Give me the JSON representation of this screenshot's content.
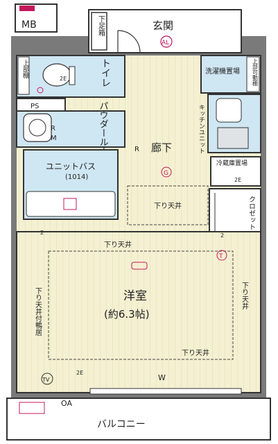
{
  "rooms": {
    "mb": "MB",
    "genkan": "玄関",
    "geta_bako": "下足箱",
    "al": "AL",
    "toilet": "トイレ",
    "toilet_shelf": "上部棚",
    "sentakuki": "洗濯機置場",
    "sentaku_shelf": "上部可動棚",
    "ps": "PS",
    "powder": "パウダールーム",
    "kitchen": "キッチンユニット",
    "rouka": "廊下",
    "unit_bath": "ユニットバス",
    "unit_bath_size": "(1014)",
    "reizoko": "冷蔵庫置場",
    "closet": "クロゼット",
    "sagari1": "下り天井",
    "sagari2": "下り天井",
    "sagari3": "下り天井",
    "sagari4": "下り天井",
    "sagari_kamoi": "下り天井付鴨居",
    "youshitsu": "洋室",
    "youshitsu_size": "(約6.3帖)",
    "w": "W",
    "oa": "OA",
    "balcony": "バルコニー"
  },
  "symbols": {
    "r1": "R",
    "m1": "M",
    "r2": "R",
    "g": "G",
    "t": "T",
    "tv": "TV",
    "e2a": "2E",
    "e2b": "2E",
    "e2c": "2E",
    "num2a": "2",
    "num2b": "2"
  },
  "colors": {
    "floor_wood": "#f3efcf",
    "wet_area": "#cfe6f3",
    "wall": "#6b6b6b",
    "door_red": "#c0142f",
    "outline": "#1a1a1a",
    "magenta": "#c2185b"
  }
}
